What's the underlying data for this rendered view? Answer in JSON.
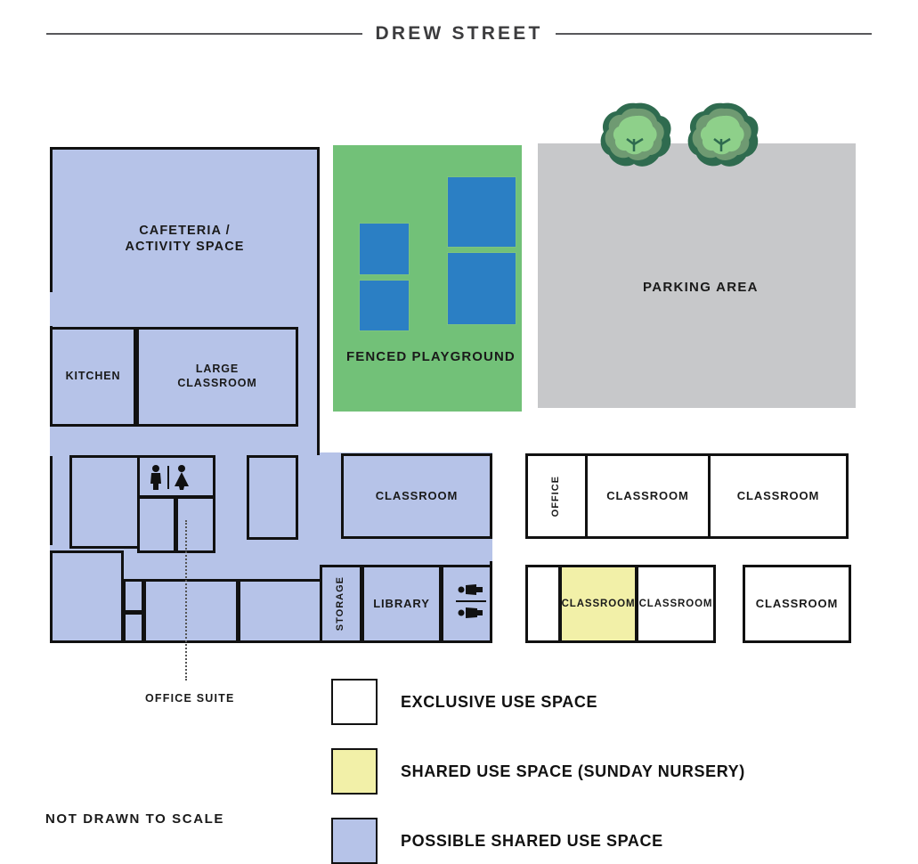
{
  "header": {
    "street_label": "DREW STREET"
  },
  "plan": {
    "rooms": {
      "cafeteria": "CAFETERIA /\nACTIVITY SPACE",
      "cafeteria_line1": "CAFETERIA /",
      "cafeteria_line2": "ACTIVITY SPACE",
      "kitchen": "KITCHEN",
      "large_classroom_line1": "LARGE",
      "large_classroom_line2": "CLASSROOM",
      "classroom_center": "CLASSROOM",
      "storage": "STORAGE",
      "library": "LIBRARY",
      "office_vertical": "OFFICE",
      "classroom_right_top_1": "CLASSROOM",
      "classroom_right_top_2": "CLASSROOM",
      "classroom_shared_nursery": "CLASSROOM",
      "classroom_right_mid": "CLASSROOM",
      "classroom_right_far": "CLASSROOM"
    },
    "outdoor": {
      "playground": "FENCED PLAYGROUND",
      "parking": "PARKING AREA"
    },
    "annotations": {
      "office_suite": "OFFICE SUITE",
      "not_to_scale": "NOT DRAWN TO SCALE"
    },
    "icons": {
      "restroom_main": "restroom-icon",
      "restroom_secondary": "restroom-icon",
      "tree_left": "tree-icon",
      "tree_right": "tree-icon"
    }
  },
  "legend": {
    "items": [
      {
        "label": "EXCLUSIVE USE SPACE",
        "color": "#ffffff"
      },
      {
        "label": "SHARED USE SPACE (SUNDAY NURSERY)",
        "color": "#f2f0a8"
      },
      {
        "label": "POSSIBLE SHARED USE SPACE",
        "color": "#b6c3e8"
      }
    ]
  },
  "colors": {
    "blue_shared": "#b6c3e8",
    "yellow_shared": "#f2f0a8",
    "green_playground": "#72c178",
    "gray_parking": "#c7c8ca",
    "blue_equipment": "#2b7fc4",
    "stroke": "#111111"
  }
}
